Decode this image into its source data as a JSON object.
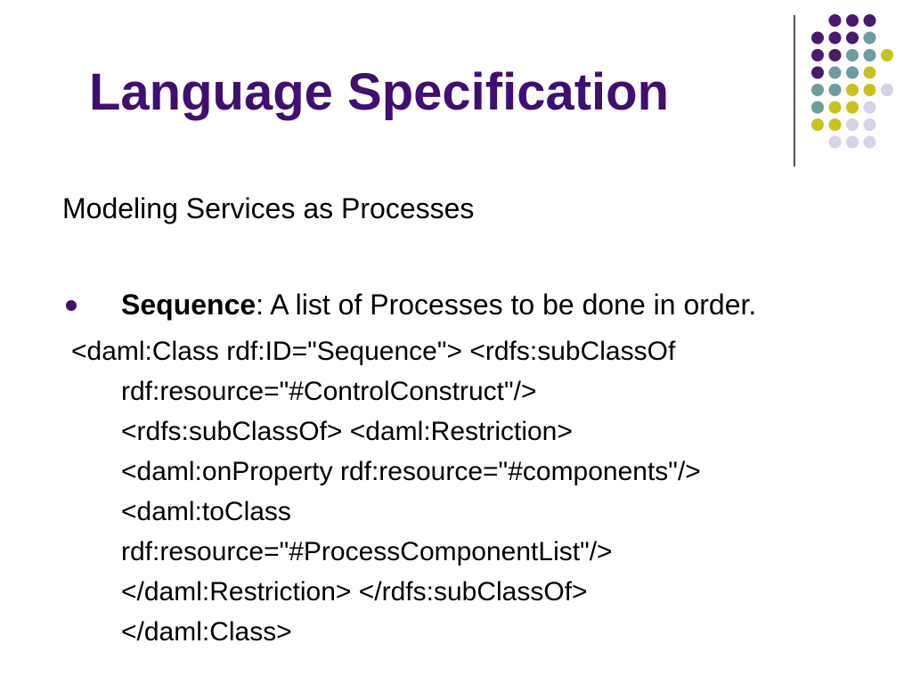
{
  "slide": {
    "title": "Language Specification",
    "subtitle": "Modeling Services as Processes",
    "bullet": {
      "term": "Sequence",
      "text": ": A list of Processes to be done in order."
    },
    "code_lines": [
      "<daml:Class rdf:ID=\"Sequence\"> <rdfs:subClassOf",
      "rdf:resource=\"#ControlConstruct\"/>",
      "<rdfs:subClassOf> <daml:Restriction>",
      "<daml:onProperty rdf:resource=\"#components\"/>",
      "<daml:toClass",
      "rdf:resource=\"#ProcessComponentList\"/>",
      "</daml:Restriction> </rdfs:subClassOf>",
      "</daml:Class>"
    ]
  },
  "decoration": {
    "dot_colors": {
      "purple": "#4a1a6e",
      "teal": "#6f9c9c",
      "yellow": "#c6c41c",
      "lavender": "#d6d3e6"
    },
    "title_color": "#3f1070"
  }
}
